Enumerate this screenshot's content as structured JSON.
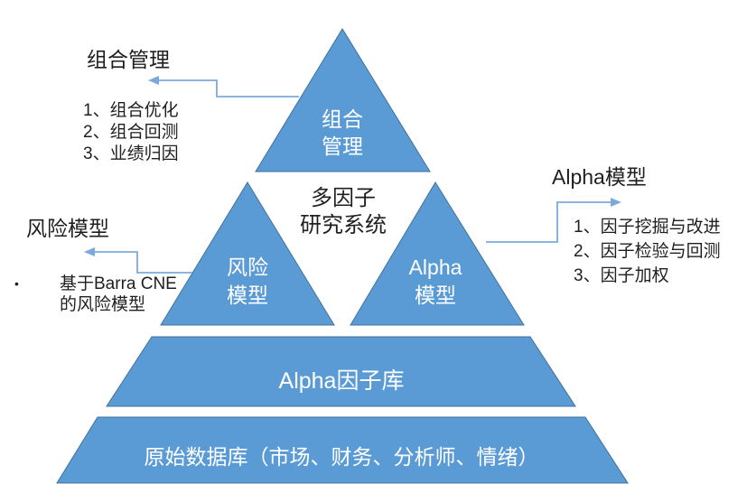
{
  "colors": {
    "shape_fill": "#5B9BD5",
    "shape_stroke": "#41719C",
    "arrow": "#7CA9DC",
    "text_dark": "#1F1F1F",
    "text_light": "#FFFFFF"
  },
  "center_title": {
    "line1": "多因子",
    "line2": "研究系统"
  },
  "pyramid": {
    "portfolio_triangle": {
      "line1": "组合",
      "line2": "管理"
    },
    "risk_triangle": {
      "line1": "风险",
      "line2": "模型"
    },
    "alpha_triangle": {
      "line1": "Alpha",
      "line2": "模型"
    },
    "factor_library": "Alpha因子库",
    "raw_database": "原始数据库（市场、财务、分析师、情绪）"
  },
  "annotations": {
    "portfolio": {
      "title": "组合管理",
      "items": [
        "1、组合优化",
        "2、组合回测",
        "3、业绩归因"
      ]
    },
    "risk": {
      "title": "风险模型",
      "bullet_marker": "•",
      "bullet_lines": [
        "基于Barra CNE",
        "的风险模型"
      ]
    },
    "alpha": {
      "title": "Alpha模型",
      "items": [
        "1、因子挖掘与改进",
        "2、因子检验与回测",
        "3、因子加权"
      ]
    }
  }
}
